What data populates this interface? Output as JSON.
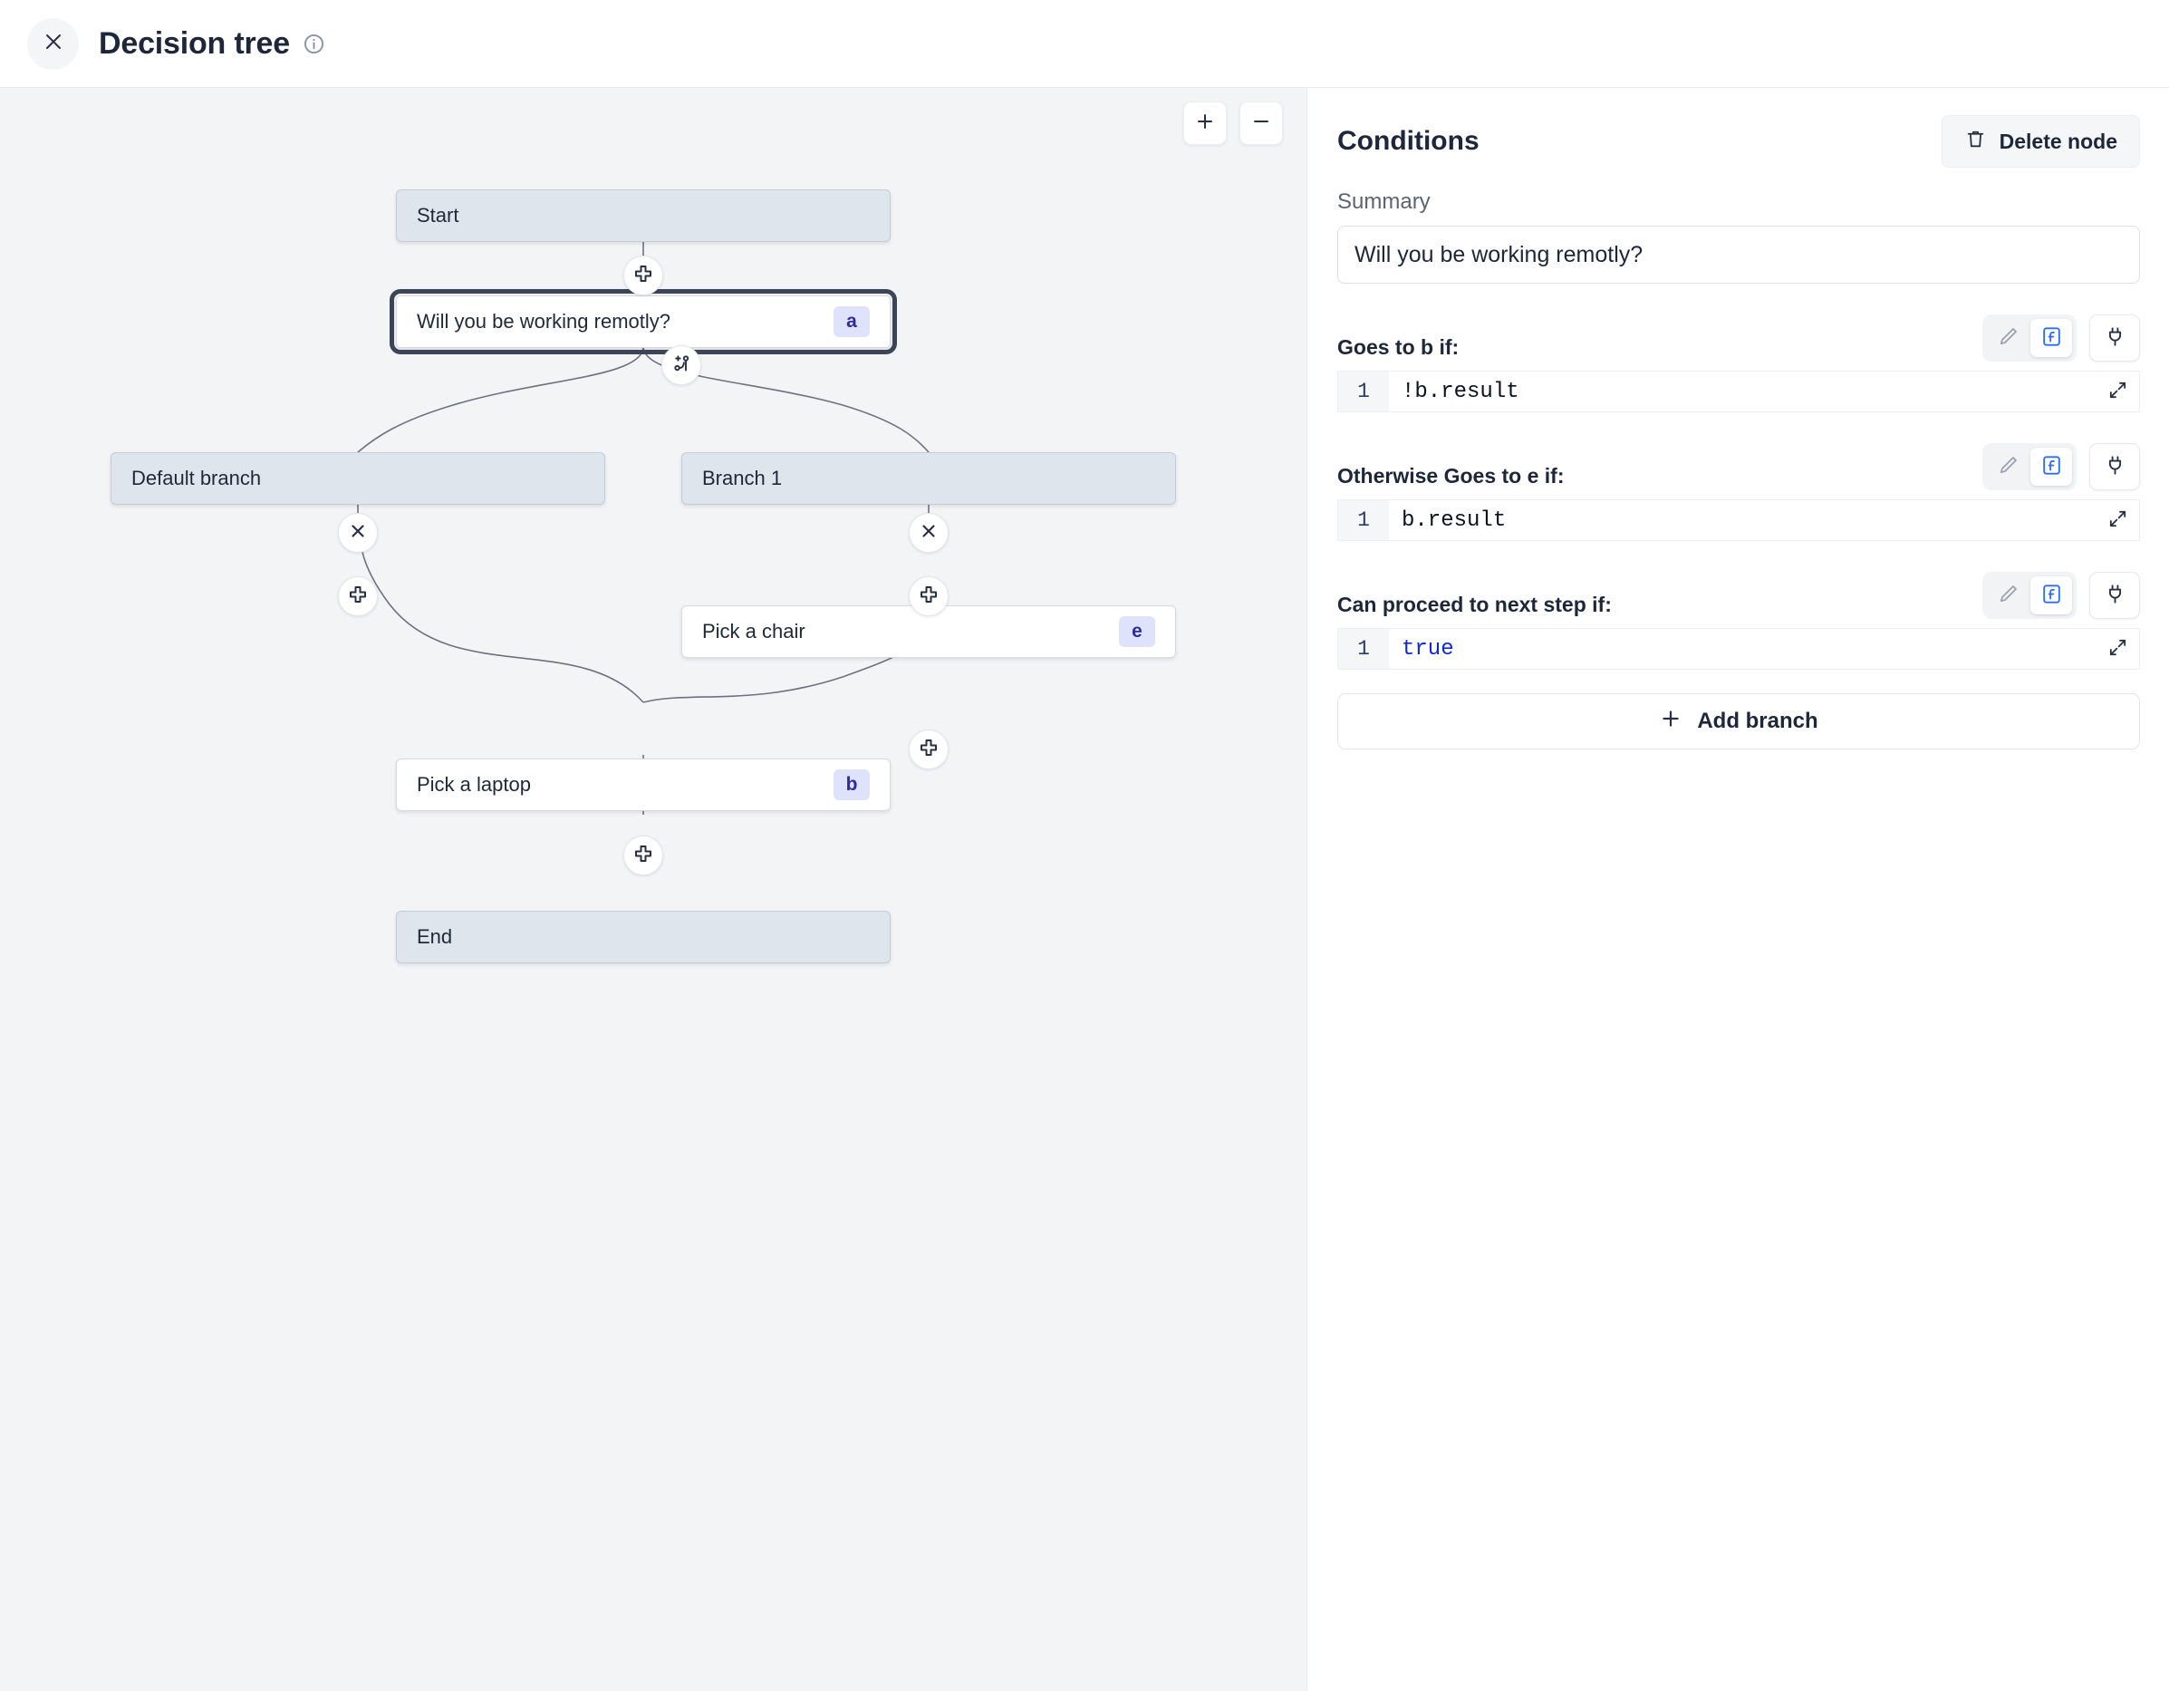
{
  "header": {
    "close_icon": "close-icon",
    "title": "Decision tree",
    "info_icon": "info-icon"
  },
  "canvas": {
    "zoom_in_label": "+",
    "zoom_out_label": "−",
    "nodes": [
      {
        "id": "start",
        "label": "Start",
        "kind": "sys",
        "badge": ""
      },
      {
        "id": "a",
        "label": "Will you be working remotly?",
        "kind": "selected",
        "badge": "a"
      },
      {
        "id": "def",
        "label": "Default branch",
        "kind": "sys",
        "badge": ""
      },
      {
        "id": "br1",
        "label": "Branch 1",
        "kind": "sys",
        "badge": ""
      },
      {
        "id": "chair",
        "label": "Pick a chair",
        "kind": "step",
        "badge": "e"
      },
      {
        "id": "laptop",
        "label": "Pick a laptop",
        "kind": "step",
        "badge": "b"
      },
      {
        "id": "end",
        "label": "End",
        "kind": "sys",
        "badge": ""
      }
    ],
    "handles": [
      {
        "id": "h-start-a",
        "icon": "plus-icon"
      },
      {
        "id": "h-add-branch",
        "icon": "add-branch-icon"
      },
      {
        "id": "h-del-default",
        "icon": "close-icon"
      },
      {
        "id": "h-del-branch1",
        "icon": "close-icon"
      },
      {
        "id": "h-def-laptop",
        "icon": "plus-icon"
      },
      {
        "id": "h-br1-chair",
        "icon": "plus-icon"
      },
      {
        "id": "h-chair-laptop",
        "icon": "plus-icon"
      },
      {
        "id": "h-laptop-end",
        "icon": "plus-icon"
      }
    ]
  },
  "panel": {
    "title": "Conditions",
    "delete_node_label": "Delete node",
    "delete_icon": "trash-icon",
    "summary_label": "Summary",
    "summary_value": "Will you be working remotly?",
    "conditions": [
      {
        "label": "Goes to b if:",
        "line_number": "1",
        "code": "!b.result",
        "keyword": false,
        "edit_icon": "pencil-icon",
        "fx_icon": "function-icon",
        "plug_icon": "plug-icon",
        "expand_icon": "expand-icon",
        "active_mode": "fx"
      },
      {
        "label": "Otherwise Goes to e if:",
        "line_number": "1",
        "code": "b.result",
        "keyword": false,
        "edit_icon": "pencil-icon",
        "fx_icon": "function-icon",
        "plug_icon": "plug-icon",
        "expand_icon": "expand-icon",
        "active_mode": "fx"
      },
      {
        "label": "Can proceed to next step if:",
        "line_number": "1",
        "code": "true",
        "keyword": true,
        "edit_icon": "pencil-icon",
        "fx_icon": "function-icon",
        "plug_icon": "plug-icon",
        "expand_icon": "expand-icon",
        "active_mode": "fx"
      }
    ],
    "add_branch_label": "Add branch",
    "add_branch_icon": "plus-icon"
  },
  "colors": {
    "accent_blue": "#2f6ef0",
    "badge_bg": "#dfe2fb",
    "badge_fg": "#2f2b9e",
    "sys_node_bg": "#dfe5ec",
    "canvas_bg": "#f3f4f6",
    "selected_outline": "#3c4557",
    "code_keyword": "#1028d8"
  }
}
